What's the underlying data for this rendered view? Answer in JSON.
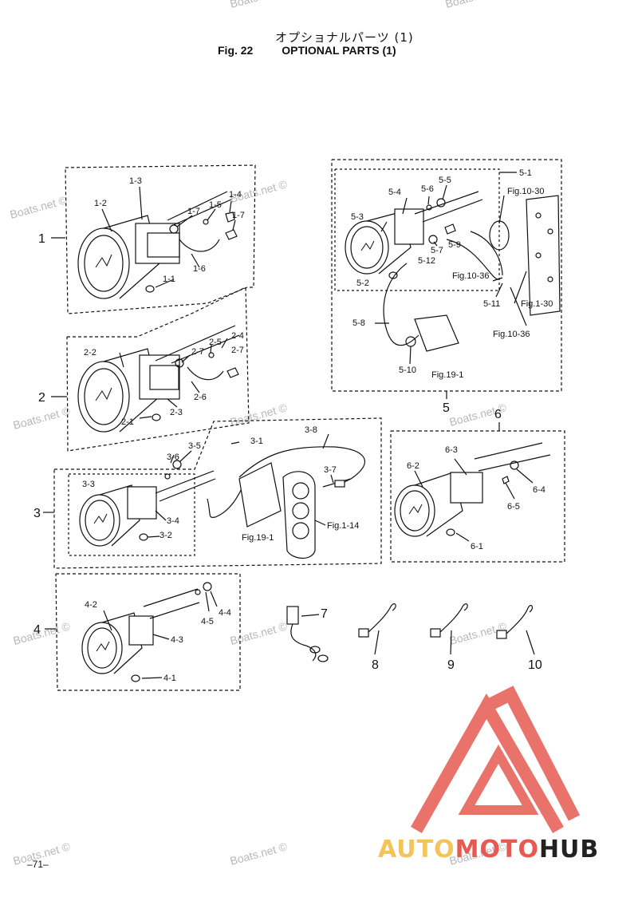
{
  "header": {
    "title_jp": "オプショナルパーツ (1)",
    "fig_label": "Fig. 22",
    "title_en": "OPTIONAL PARTS (1)"
  },
  "groups": [
    "1",
    "2",
    "3",
    "4",
    "5",
    "6",
    "7",
    "8",
    "9",
    "10"
  ],
  "part_labels": {
    "g1": [
      "1-1",
      "1-2",
      "1-3",
      "1-4",
      "1-5",
      "1-6",
      "1-7",
      "1-7"
    ],
    "g2": [
      "2-1",
      "2-2",
      "2-3",
      "2-4",
      "2-5",
      "2-6",
      "2-7",
      "2-7"
    ],
    "g3": [
      "3-1",
      "3-2",
      "3-3",
      "3-4",
      "3-5",
      "3-6",
      "3-7",
      "3-8",
      "Fig.19-1",
      "Fig.1-14"
    ],
    "g4": [
      "4-1",
      "4-2",
      "4-3",
      "4-4",
      "4-5"
    ],
    "g5": [
      "5-1",
      "5-2",
      "5-3",
      "5-4",
      "5-5",
      "5-6",
      "5-7",
      "5-8",
      "5-9",
      "5-10",
      "5-11",
      "5-12",
      "Fig.10-30",
      "Fig.10-36",
      "Fig.10-36",
      "Fig.1-30",
      "Fig.19-1"
    ],
    "g6": [
      "6-1",
      "6-2",
      "6-3",
      "6-4",
      "6-5"
    ]
  },
  "watermark": "Boats.net ©",
  "page_number": "–71–",
  "brand": {
    "part1": "AUTO",
    "part2": "MOTO",
    "part3": "HUB"
  },
  "colors": {
    "logo_red": "#e65a52",
    "logo_yellow": "#f2c45a",
    "ink": "#111111"
  }
}
